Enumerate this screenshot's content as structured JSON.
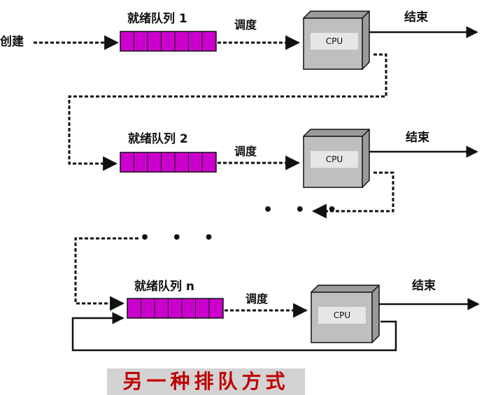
{
  "create_label": "创建",
  "queues": [
    {
      "label": "就绪队列 1",
      "schedule": "调度",
      "cpu": "CPU",
      "end": "结束"
    },
    {
      "label": "就绪队列 2",
      "schedule": "调度",
      "cpu": "CPU",
      "end": "结束"
    },
    {
      "label": "就绪队列 n",
      "schedule": "调度",
      "cpu": "CPU",
      "end": "结束"
    }
  ],
  "ellipsis": "• • •",
  "caption": "另一种排队方式",
  "colors": {
    "queue_fill": "#cc00cc",
    "cpu_face": "#bfbfbf",
    "cpu_chip": "#e6e6e6",
    "caption_text": "#c00000",
    "caption_bg": "#d3d3d3"
  }
}
